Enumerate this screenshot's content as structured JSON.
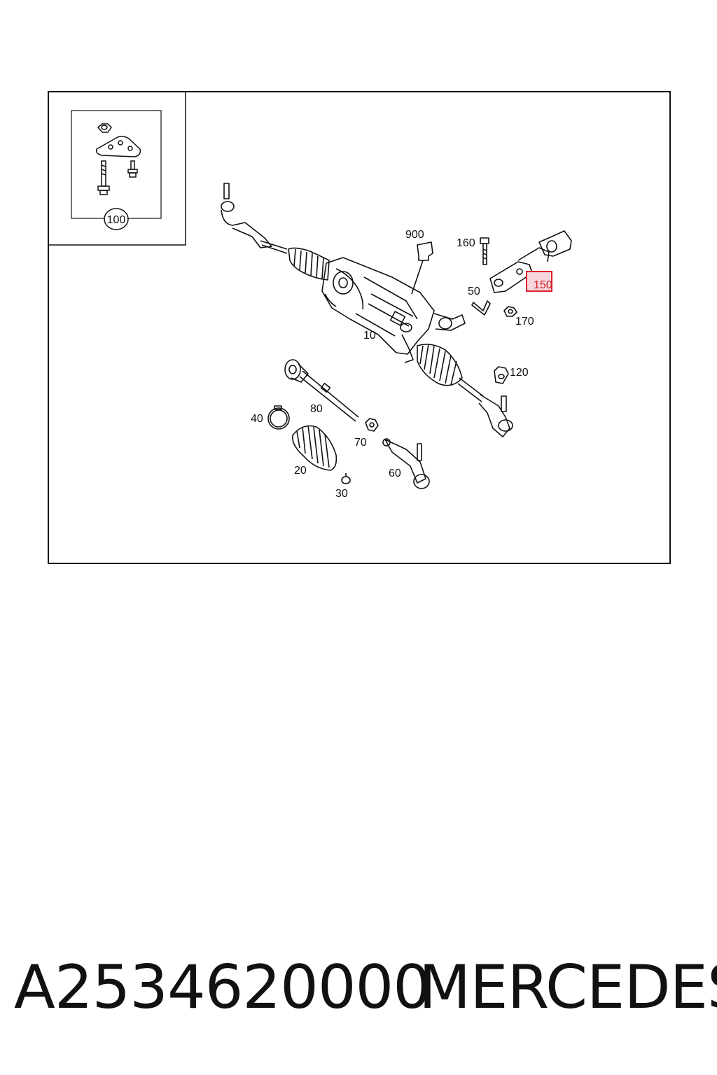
{
  "diagram": {
    "inset_callout": "100",
    "callouts": {
      "c900": "900",
      "c160": "160",
      "c150": "150",
      "c50": "50",
      "c170": "170",
      "c10": "10",
      "c120": "120",
      "c40": "40",
      "c80": "80",
      "c70": "70",
      "c20": "20",
      "c60": "60",
      "c30": "30"
    },
    "highlighted_callout": "150",
    "highlight_color": "#e0202a",
    "highlight_fill": "#f6d6dc"
  },
  "footer": {
    "part_number": "A2534620000",
    "brand": "MERCEDES"
  }
}
